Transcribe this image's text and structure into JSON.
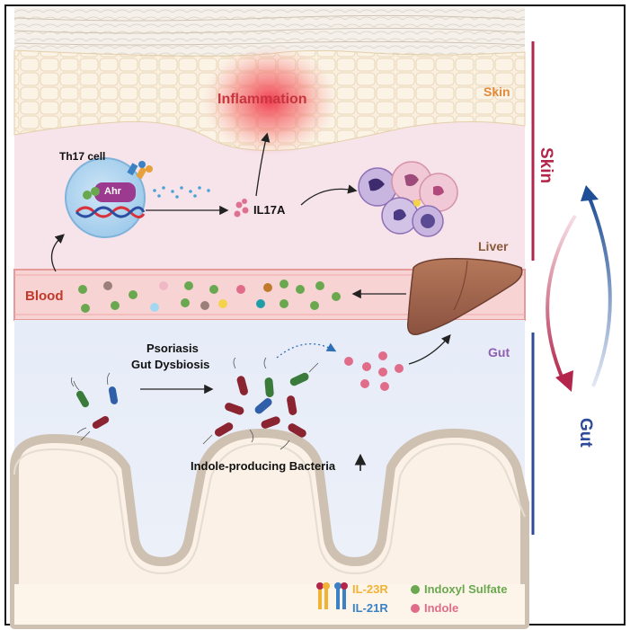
{
  "labels": {
    "inflammation": "Inflammation",
    "skin_layer": "Skin",
    "th17": "Th17 cell",
    "ahr": "Ahr",
    "il17a": "IL17A",
    "liver": "Liver",
    "blood": "Blood",
    "gut_layer": "Gut",
    "psoriasis": "Psoriasis",
    "dysbiosis": "Gut Dysbiosis",
    "bacteria": "Indole-producing Bacteria",
    "axis_skin": "Skin",
    "axis_gut": "Gut"
  },
  "legend": {
    "il23r": "IL-23R",
    "il21r": "IL-21R",
    "indoxyl": "Indoxyl Sulfate",
    "indole": "Indole"
  },
  "colors": {
    "skin_text": "#e08a3a",
    "blood_text": "#c0392b",
    "gut_text": "#8e5fb0",
    "liver_text": "#8a5a3c",
    "axis_skin": "#b3254a",
    "axis_gut": "#2e4a9a",
    "il23r": "#f2b233",
    "il21r": "#3b82c4",
    "indoxyl": "#6aa84f",
    "indole": "#e06c8a"
  }
}
